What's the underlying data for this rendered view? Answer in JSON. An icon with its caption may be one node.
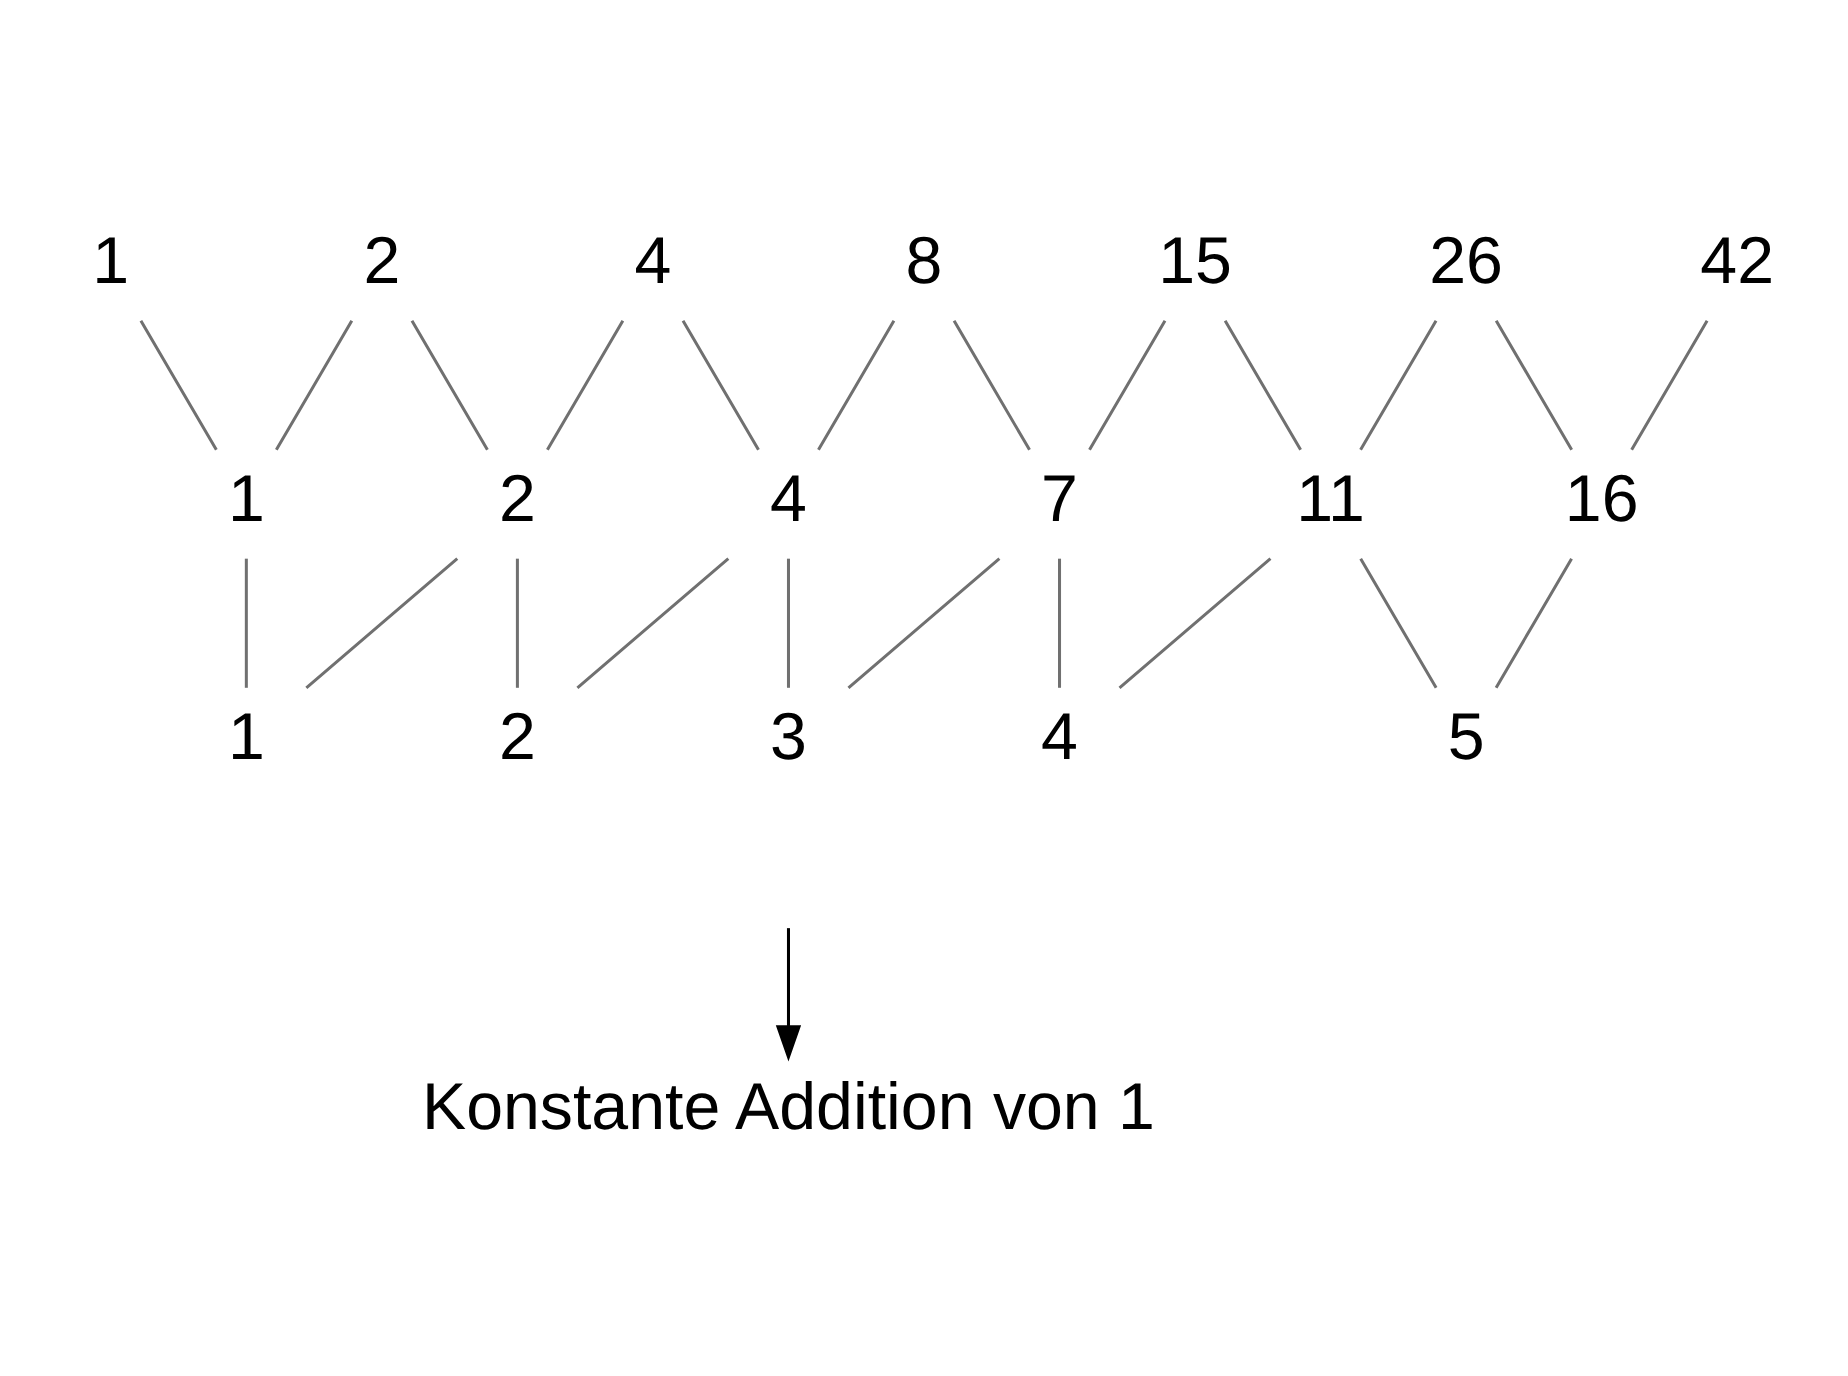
{
  "diagram": {
    "nodes": [
      {
        "text": [
          "1"
        ]
      },
      {
        "text": [
          "2"
        ]
      },
      {
        "text": [
          "4"
        ]
      },
      {
        "text": [
          "8"
        ]
      },
      {
        "text": [
          "15"
        ]
      },
      {
        "text": [
          "26"
        ]
      },
      {
        "text": [
          "42"
        ]
      },
      {
        "text": [
          "1"
        ]
      },
      {
        "text": [
          "2"
        ]
      },
      {
        "text": [
          "4"
        ]
      },
      {
        "text": [
          "7"
        ]
      },
      {
        "text": [
          "11"
        ]
      },
      {
        "text": [
          "16"
        ]
      },
      {
        "text": [
          "1"
        ]
      },
      {
        "text": [
          "2"
        ]
      },
      {
        "text": [
          "3"
        ]
      },
      {
        "text": [
          "4"
        ]
      },
      {
        "text": [
          "5"
        ]
      },
      {
        "text": [
          "Konstante Addition von 1"
        ]
      }
    ],
    "edges": [
      {
        "from": 0,
        "to": 7,
        "arrow": "none"
      },
      {
        "from": 1,
        "to": 7,
        "arrow": "none"
      },
      {
        "from": 1,
        "to": 8,
        "arrow": "none"
      },
      {
        "from": 2,
        "to": 8,
        "arrow": "none"
      },
      {
        "from": 2,
        "to": 9,
        "arrow": "none"
      },
      {
        "from": 3,
        "to": 9,
        "arrow": "none"
      },
      {
        "from": 3,
        "to": 10,
        "arrow": "none"
      },
      {
        "from": 4,
        "to": 10,
        "arrow": "none"
      },
      {
        "from": 4,
        "to": 11,
        "arrow": "none"
      },
      {
        "from": 5,
        "to": 11,
        "arrow": "none"
      },
      {
        "from": 5,
        "to": 12,
        "arrow": "none"
      },
      {
        "from": 6,
        "to": 12,
        "arrow": "none"
      },
      {
        "from": 7,
        "to": 13,
        "arrow": "none"
      },
      {
        "from": 8,
        "to": 13,
        "arrow": "none"
      },
      {
        "from": 8,
        "to": 14,
        "arrow": "none"
      },
      {
        "from": 9,
        "to": 14,
        "arrow": "none"
      },
      {
        "from": 9,
        "to": 15,
        "arrow": "none"
      },
      {
        "from": 10,
        "to": 15,
        "arrow": "none"
      },
      {
        "from": 10,
        "to": 16,
        "arrow": "none"
      },
      {
        "from": 11,
        "to": 16,
        "arrow": "none"
      },
      {
        "from": 11,
        "to": 17,
        "arrow": "none"
      },
      {
        "from": 12,
        "to": 17,
        "arrow": "none"
      },
      {
        "from": null,
        "to": 18,
        "arrow": "to",
        "color": "#000000"
      }
    ]
  }
}
